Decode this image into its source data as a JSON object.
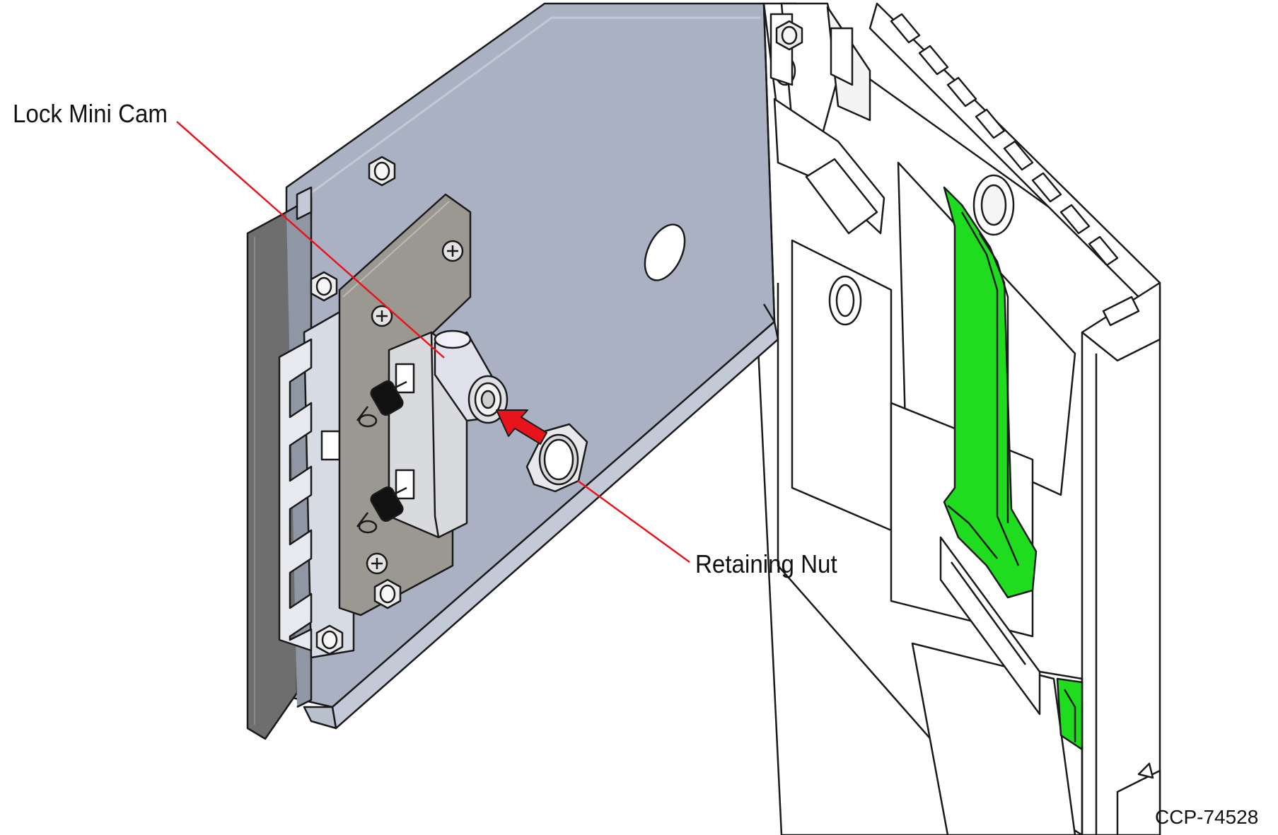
{
  "callouts": {
    "lock_mini_cam": "Lock Mini Cam",
    "retaining_nut": "Retaining Nut"
  },
  "figure_id": "CCP-74528",
  "colors": {
    "panel": "#a9b1c2",
    "panel_edge": "#c3c9d6",
    "bracket": "#9b9791",
    "rail": "#6e6e6e",
    "leader_line": "#e8141c",
    "arrow": "#e8141c",
    "latch_green": "#1fdc1f",
    "spring": "#111111",
    "outline": "#1a1a1a"
  },
  "icons": [
    "hex-nut-icon",
    "spring-icon",
    "arrow-icon",
    "lock-cam-icon",
    "screw-icon"
  ]
}
